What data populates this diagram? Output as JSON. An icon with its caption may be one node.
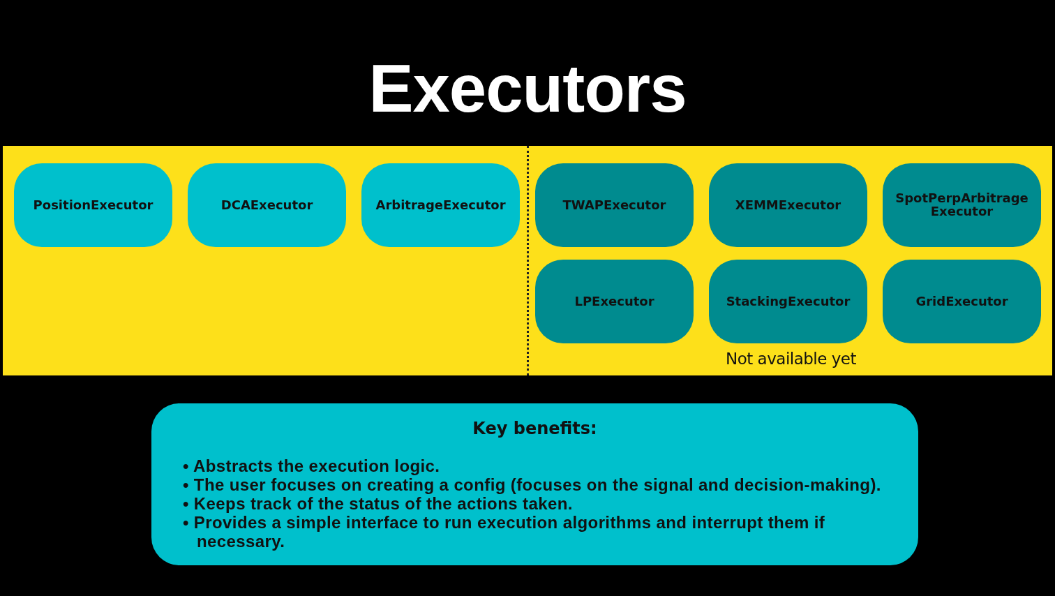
{
  "diagram": {
    "title": "Executors",
    "nodes": [
      {
        "text": [],
        "shape": "box"
      },
      {
        "text": [
          "PositionExecutor"
        ],
        "in": 0
      },
      {
        "text": [
          "DCAExecutor"
        ],
        "in": 0
      },
      {
        "text": [
          "ArbitrageExecutor"
        ],
        "in": 0
      },
      {
        "text": [
          "TWAPExecutor"
        ],
        "in": 0
      },
      {
        "text": [
          "XEMMExecutor"
        ],
        "in": 0
      },
      {
        "text": [
          "SpotPerpArbitrage Executor"
        ],
        "in": 0
      },
      {
        "text": [
          "LPExecutor"
        ],
        "in": 0
      },
      {
        "text": [
          "StackingExecutor"
        ],
        "in": 0
      },
      {
        "text": [
          "GridExecutor"
        ],
        "in": 0
      },
      {
        "text": [
          "Key benefits:",
          "• Abstracts the execution logic.",
          "• The user focuses on creating a config (focuses on the signal and decision-making).",
          "• Keeps track of the status of the actions taken.",
          "• Provides a simple interface to run execution algorithms and interrupt them if necessary."
        ]
      }
    ],
    "labels": [
      "Not available yet"
    ]
  }
}
